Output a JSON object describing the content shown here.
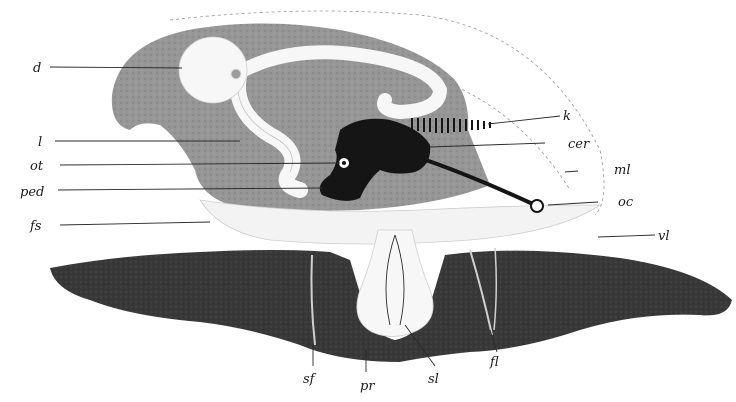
{
  "colors": {
    "background": "#ffffff",
    "tissue_mid": "#9b9b9b",
    "tissue_dark": "#3a3a3a",
    "organ_black": "#151515",
    "outline_light": "#f2f2f2"
  },
  "labels": {
    "d": "d",
    "l": "l",
    "ot": "ot",
    "ped": "ped",
    "fs": "fs",
    "k": "k",
    "cer": "cer",
    "ml": "ml",
    "oc": "oc",
    "vl": "vl",
    "sf": "sf",
    "pr": "pr",
    "sl": "sl",
    "fl": "fl"
  }
}
